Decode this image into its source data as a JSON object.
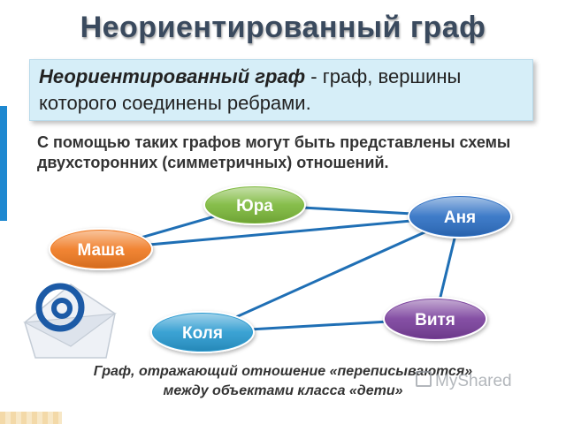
{
  "title": "Неориентированный граф",
  "definition": {
    "term": "Неориентированный граф",
    "text": " - граф, вершины которого соединены ребрами."
  },
  "description": "С помощью таких графов могут быть представлены схемы двухсторонних (симметричных) отношений.",
  "graph": {
    "nodes": [
      {
        "id": "yura",
        "label": "Юра",
        "color": "#7cb83a"
      },
      {
        "id": "anya",
        "label": "Аня",
        "color": "#2f6fc4"
      },
      {
        "id": "masha",
        "label": "Маша",
        "color": "#f07a20"
      },
      {
        "id": "kolya",
        "label": "Коля",
        "color": "#2a9ad0"
      },
      {
        "id": "vitya",
        "label": "Витя",
        "color": "#7a3f9c"
      }
    ],
    "edges": [
      [
        "masha",
        "yura"
      ],
      [
        "masha",
        "anya"
      ],
      [
        "yura",
        "anya"
      ],
      [
        "kolya",
        "anya"
      ],
      [
        "kolya",
        "vitya"
      ],
      [
        "anya",
        "vitya"
      ]
    ],
    "edge_color": "#1f6fb5"
  },
  "caption": {
    "line1": "Граф, отражающий отношение «переписываются»",
    "line2": "между объектами класса «дети»"
  },
  "watermark": "MyShared",
  "icons": {
    "email": "email-at-envelope-icon"
  }
}
